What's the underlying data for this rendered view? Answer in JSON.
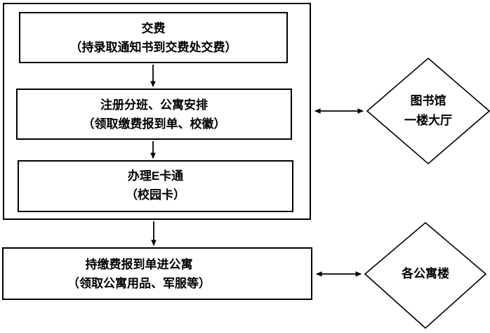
{
  "diagram": {
    "title_hint": "enrollment-procedure-flowchart",
    "steps": [
      {
        "title": "交费",
        "subtitle": "（持录取通知书到交费处交费）"
      },
      {
        "title": "注册分班、公寓安排",
        "subtitle": "（领取缴费报到单、校徽）"
      },
      {
        "title": "办理E卡通",
        "subtitle": "（校园卡）"
      },
      {
        "title": "持缴费报到单进公寓",
        "subtitle": "（领取公寓用品、军服等）"
      }
    ],
    "locations": [
      {
        "line1": "图书馆",
        "line2": "一楼大厅"
      },
      {
        "line1": "各公寓楼"
      }
    ],
    "connectors": [
      "step1-to-step2-down-arrow",
      "step2-to-step3-down-arrow",
      "frame-to-step4-down-arrow",
      "frame-to-library-double-arrow",
      "step4-to-apartments-double-arrow"
    ],
    "colors": {
      "line": "#000000",
      "text": "#000000",
      "background": "#ffffff"
    }
  }
}
